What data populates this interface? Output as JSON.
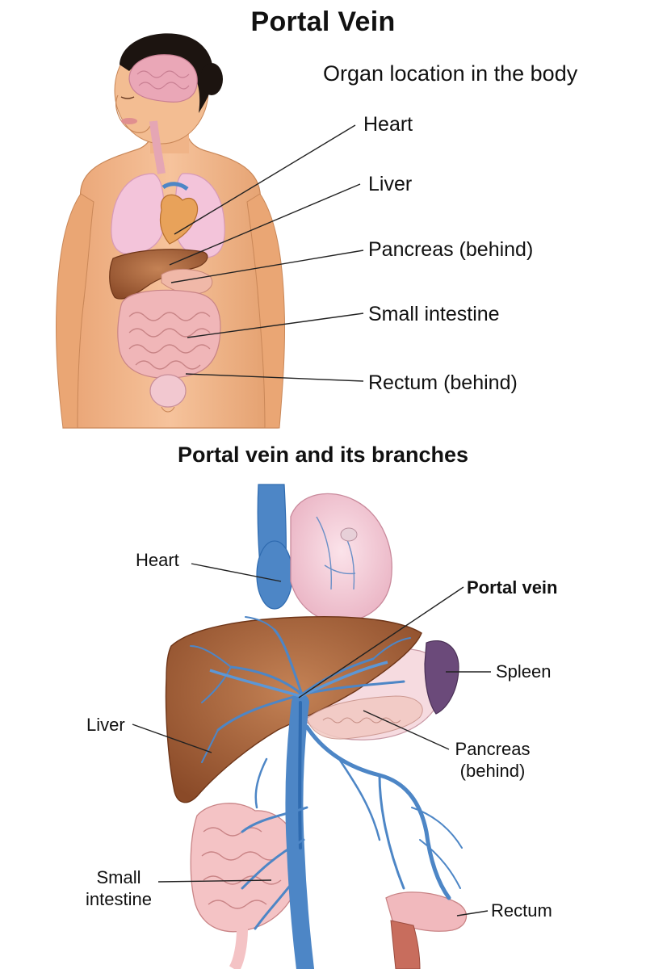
{
  "title": "Portal Vein",
  "top_panel": {
    "subtitle": "Organ location in the body",
    "labels": {
      "heart": "Heart",
      "liver": "Liver",
      "pancreas": "Pancreas (behind)",
      "small_intestine": "Small intestine",
      "rectum": "Rectum (behind)"
    }
  },
  "bottom_panel": {
    "title": "Portal vein and its branches",
    "labels": {
      "heart": "Heart",
      "portal_vein": "Portal vein",
      "spleen": "Spleen",
      "liver": "Liver",
      "pancreas_line1": "Pancreas",
      "pancreas_line2": "(behind)",
      "small_intestine_line1": "Small",
      "small_intestine_line2": "intestine",
      "rectum": "Rectum"
    }
  },
  "colors": {
    "skin": "#f1b68a",
    "skin_shade": "#d9935f",
    "hair": "#1c1410",
    "brain": "#eaa7b7",
    "lung": "#f3c4da",
    "heart": "#e8a25a",
    "liver": "#9a5530",
    "intestine": "#f0b6b8",
    "vein": "#4d86c6",
    "vein_dark": "#2f6bb0",
    "spleen": "#6b4a7a",
    "leader": "#222222"
  }
}
